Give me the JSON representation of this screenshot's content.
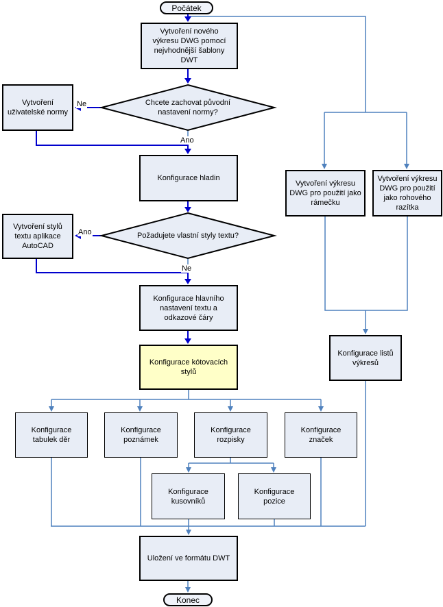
{
  "diagram": {
    "type": "flowchart",
    "language": "cs"
  },
  "nodes": {
    "start": {
      "label": "Počátek"
    },
    "create_dwg": {
      "label": "Vytvoření nového výkresu DWG pomocí nejvhodnější šablony DWT"
    },
    "q_norm": {
      "label": "Chcete zachovat původní nastavení normy?"
    },
    "user_norm": {
      "label": "Vytvoření uživatelské normy"
    },
    "layers": {
      "label": "Konfigurace hladin"
    },
    "q_text": {
      "label": "Požadujete vlastní styly textu?"
    },
    "text_styles": {
      "label": "Vytvoření stylů textu aplikace AutoCAD"
    },
    "main_text": {
      "label": "Konfigurace hlavního nastavení textu a odkazové čáry"
    },
    "dim_styles": {
      "label": "Konfigurace kótovacích stylů"
    },
    "hole_tables": {
      "label": "Konfigurace tabulek děr"
    },
    "notes": {
      "label": "Konfigurace poznámek"
    },
    "parts_list": {
      "label": "Konfigurace rozpisky"
    },
    "symbols": {
      "label": "Konfigurace značek"
    },
    "bom": {
      "label": "Konfigurace kusovníků"
    },
    "position": {
      "label": "Konfigurace pozice"
    },
    "save": {
      "label": "Uložení ve formátu DWT"
    },
    "end": {
      "label": "Konec"
    },
    "frame": {
      "label": "Vytvoření výkresu DWG pro použití jako rámečku"
    },
    "stamp": {
      "label": "Vytvoření výkresu DWG pro použití jako rohového razítka"
    },
    "sheets": {
      "label": "Konfigurace listů výkresů"
    }
  },
  "edge_labels": {
    "norm_no": "Ne",
    "norm_yes": "Ano",
    "text_yes": "Ano",
    "text_no": "Ne"
  },
  "colors": {
    "node_fill": "#e8edf6",
    "highlight_fill": "#ffffc8",
    "terminator_fill": "#f0f3fa",
    "node_border": "#000000",
    "main_arrow": "#0000cd",
    "branch_line": "#4f81bd"
  }
}
